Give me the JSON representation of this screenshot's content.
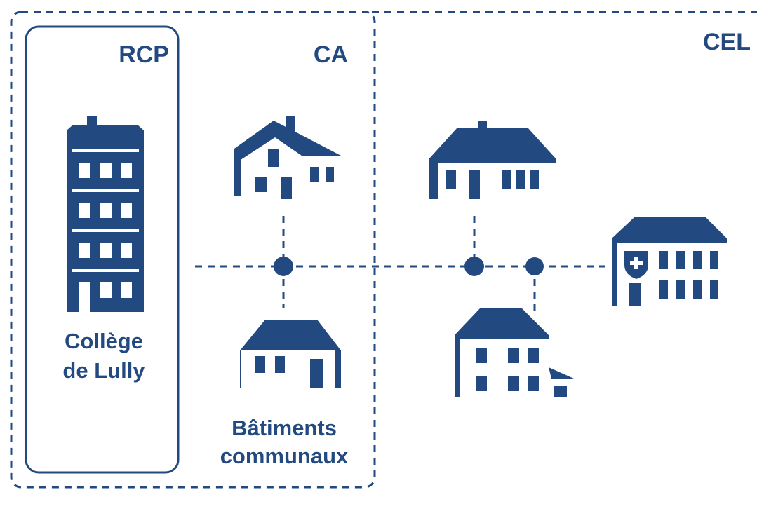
{
  "colors": {
    "primary": "#234a80",
    "background": "#ffffff"
  },
  "zones": {
    "rcp": {
      "label": "RCP"
    },
    "ca": {
      "label": "CA"
    },
    "cel": {
      "label": "CEL"
    }
  },
  "labels": {
    "college_line1": "Collège",
    "college_line2": "de Lully",
    "batiments_line1": "Bâtiments",
    "batiments_line2": "communaux"
  },
  "icons": {
    "college": "apartment-building-icon",
    "communal_top": "house-icon",
    "communal_bottom": "house-icon",
    "cel_top": "house-icon",
    "cel_bottom": "house-with-annex-icon",
    "hospital": "hospital-icon"
  }
}
